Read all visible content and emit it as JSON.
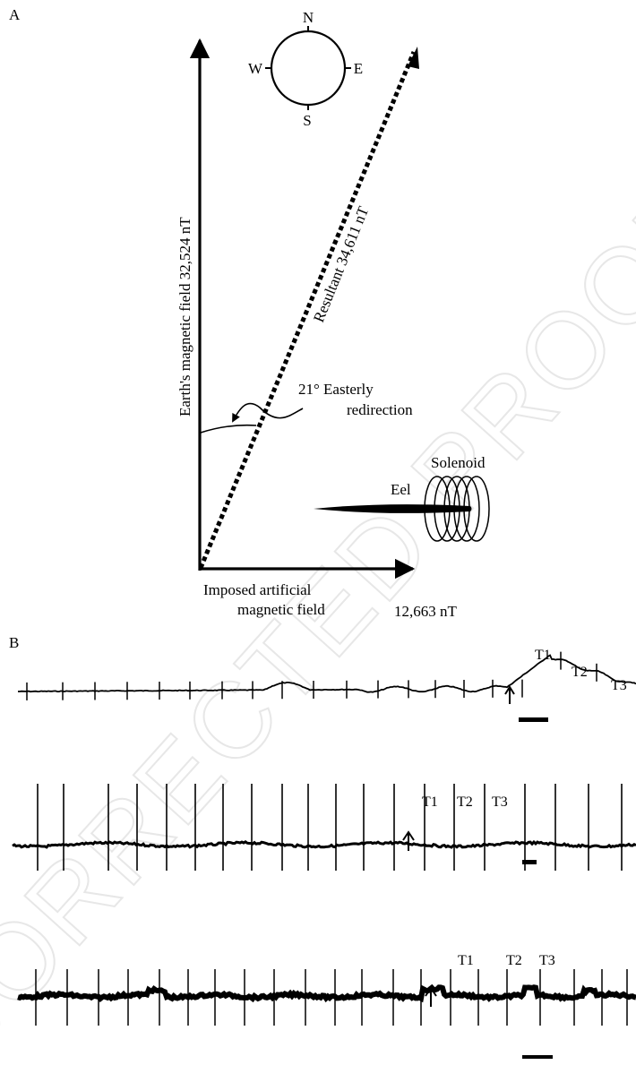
{
  "panel_a": {
    "label": "A",
    "compass": {
      "n": "N",
      "e": "E",
      "s": "S",
      "w": "W"
    },
    "earth_field_label": "Earth's magnetic field 32,524 nT",
    "resultant_label": "Resultant 34,611 nT",
    "redirection_line1": "21° Easterly",
    "redirection_line2": "redirection",
    "solenoid_label": "Solenoid",
    "eel_label": "Eel",
    "imposed_line1": "Imposed artificial",
    "imposed_line2": "magnetic field",
    "imposed_value": "12,663 nT"
  },
  "panel_b": {
    "label": "B",
    "traces": [
      {
        "t1": "T1",
        "t2": "T2",
        "t3": "T3"
      },
      {
        "t1": "T1",
        "t2": "T2",
        "t3": "T3"
      },
      {
        "t1": "T1",
        "t2": "T2",
        "t3": "T3"
      }
    ]
  },
  "watermark": "CORRECTED PROOF"
}
